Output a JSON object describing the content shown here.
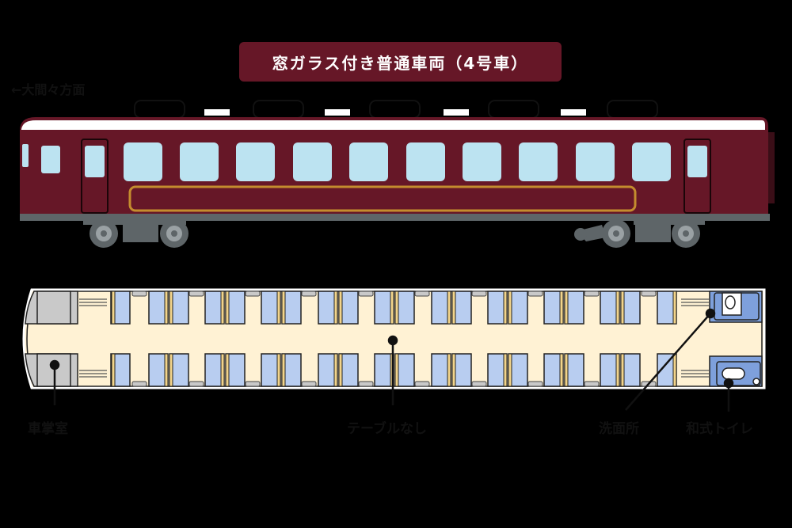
{
  "title": "窓ガラス付き普通車両（4号車）",
  "direction_label": "←大間々方面",
  "colors": {
    "background": "#000000",
    "body": "#661727",
    "body_end": "#3a0e17",
    "window": "#bce3f1",
    "stripe": "#c48c2e",
    "underframe": "#5e6568",
    "wheel_rim": "#9aa1a4",
    "floor": "#fff2d4",
    "seat": "#b8cdf0",
    "seat_accent": "#f2d48a",
    "cab": "#c9c9c9",
    "toilet": "#7ea0dc",
    "label_text": "#111111"
  },
  "exterior": {
    "side_windows": 10,
    "doors": 2
  },
  "floor_plan": {
    "seat_pairs_per_side": 10,
    "labels": [
      {
        "id": "cab",
        "text": "車掌室"
      },
      {
        "id": "no-table",
        "text": "テーブルなし"
      },
      {
        "id": "washroom",
        "text": "洗面所"
      },
      {
        "id": "toilet",
        "text": "和式トイレ"
      }
    ]
  }
}
